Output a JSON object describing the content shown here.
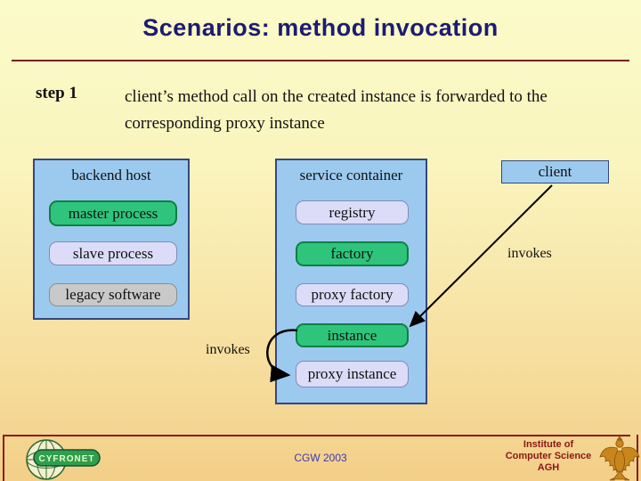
{
  "slide": {
    "title": "Scenarios: method invocation",
    "step_label": "step 1",
    "step_text": "client’s method call on the created instance is forwarded to the corresponding proxy instance"
  },
  "diagram": {
    "backend_host": {
      "title": "backend host",
      "items": [
        {
          "label": "master process",
          "variant": "green"
        },
        {
          "label": "slave process",
          "variant": "lavender"
        },
        {
          "label": "legacy software",
          "variant": "gray"
        }
      ]
    },
    "service_container": {
      "title": "service container",
      "items": [
        {
          "label": "registry",
          "variant": "lavender"
        },
        {
          "label": "factory",
          "variant": "green"
        },
        {
          "label": "proxy factory",
          "variant": "lavender"
        },
        {
          "label": "instance",
          "variant": "green"
        },
        {
          "label": "proxy instance",
          "variant": "lavender"
        }
      ]
    },
    "client": {
      "title": "client"
    },
    "labels": {
      "invokes_client_to_instance": "invokes",
      "invokes_instance_to_proxy": "invokes"
    }
  },
  "footer": {
    "conference": "CGW 2003",
    "cyfronet_banner": "CYFRONET",
    "institute_lines": [
      "Institute of",
      "Computer Science",
      "AGH"
    ],
    "logos": {
      "left": "cyfronet-globe-logo",
      "right": "agh-eagle-logo"
    }
  },
  "colors": {
    "title": "#1c1c70",
    "title_rule": "#7a2020",
    "container_fill": "#9ccaef",
    "container_border": "#34477f",
    "green_fill": "#2ec47c",
    "green_border": "#0f7f42",
    "lavender_fill": "#dcdcf8",
    "lavender_border": "#8389b8",
    "gray_fill": "#c9c9c9",
    "footer_line": "#8a1e10",
    "institute_text": "#8b1717",
    "conference_text": "#3a3ab5",
    "background_top": "#fbfbc9",
    "background_bottom": "#f3cf88"
  }
}
